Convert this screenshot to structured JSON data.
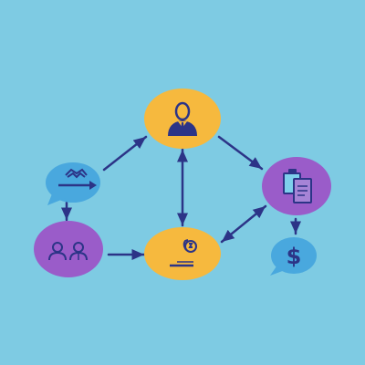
{
  "colors": {
    "background": "#7ecbe3",
    "arrow": "#2c3487",
    "node_yellow": "#f6b93e",
    "node_purple": "#9a5cc9",
    "node_blue": "#49a8de",
    "icon_dark": "#2c3487",
    "icon_light": "#7ed0ec",
    "node_purple_light": "#a684d6"
  },
  "nodes": [
    {
      "id": "top-person",
      "shape": "ellipse",
      "color": "yellow",
      "icon": "businessman-icon"
    },
    {
      "id": "left-chat",
      "shape": "speech-bubble",
      "color": "blue",
      "icon": "handshake-arrow-icon"
    },
    {
      "id": "right-documents",
      "shape": "ellipse",
      "color": "purple",
      "icon": "documents-icon"
    },
    {
      "id": "left-people",
      "shape": "ellipse",
      "color": "purple",
      "icon": "two-people-icon"
    },
    {
      "id": "center-hand",
      "shape": "ellipse",
      "color": "yellow",
      "icon": "hand-coin-icon"
    },
    {
      "id": "dollar-chat",
      "shape": "speech-bubble",
      "color": "blue",
      "icon": "dollar-icon"
    }
  ],
  "connections": [
    {
      "from": "left-chat",
      "to": "top-person",
      "direction": "forward"
    },
    {
      "from": "top-person",
      "to": "right-documents",
      "direction": "forward"
    },
    {
      "from": "top-person",
      "to": "center-hand",
      "direction": "both"
    },
    {
      "from": "left-chat",
      "to": "left-people",
      "direction": "forward"
    },
    {
      "from": "left-people",
      "to": "center-hand",
      "direction": "forward"
    },
    {
      "from": "center-hand",
      "to": "right-documents",
      "direction": "both"
    },
    {
      "from": "right-documents",
      "to": "dollar-chat",
      "direction": "forward"
    }
  ],
  "labels": {
    "dollar_symbol": "$"
  }
}
